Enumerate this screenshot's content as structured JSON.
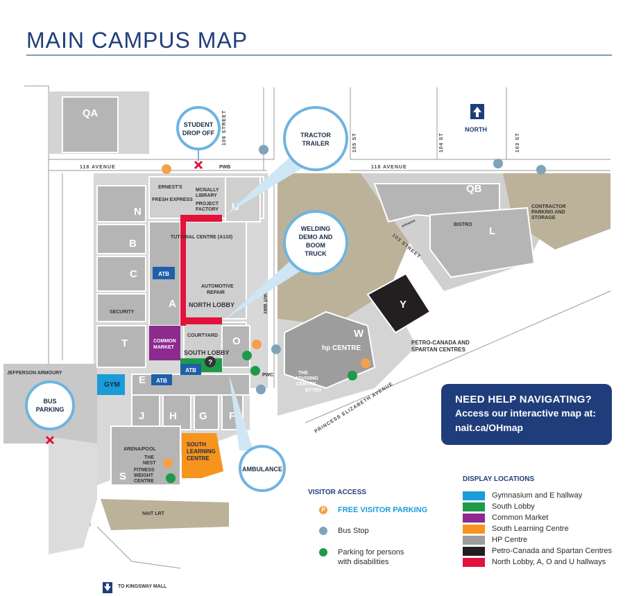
{
  "title": "MAIN CAMPUS MAP",
  "colors": {
    "navy": "#1f3d7a",
    "gym_blue": "#1a9cd8",
    "south_lobby_green": "#1e9a49",
    "common_market_purple": "#8c2a8f",
    "south_learning_orange": "#f7941d",
    "hp_grey": "#9d9d9d",
    "petro_black": "#231f20",
    "north_lobby_red": "#e2123a",
    "construction_tan": "#bcb29a",
    "parking_orange": "#f5a04a",
    "bus_stop_blue": "#7fa3b8",
    "accessible_green": "#1e9a49"
  },
  "buildings": {
    "qa": "QA",
    "qb": "QB",
    "n": "N",
    "b": "B",
    "c": "C",
    "a": "A",
    "t": "T",
    "u": "U",
    "o": "O",
    "e": "E",
    "j": "J",
    "h": "H",
    "g": "G",
    "f": "F",
    "s": "S",
    "l": "L",
    "w": "W",
    "y": "Y"
  },
  "labels": {
    "ernests": "ERNEST'S",
    "fresh_express": "FRESH EXPRESS",
    "mcnally": "MCNALLY",
    "library": "LIBRARY",
    "project": "PROJECT",
    "factory": "FACTORY",
    "tutorial_centre": "TUTORIAL CENTRE (A133)",
    "automotive": "AUTOMOTIVE",
    "repair": "REPAIR",
    "north_lobby": "NORTH LOBBY",
    "courtyard": "COURTYARD",
    "south_lobby": "SOUTH LOBBY",
    "common": "COMMON",
    "market": "MARKET",
    "security": "SECURITY",
    "gym": "GYM",
    "atb": "ATB",
    "arena_pool": "ARENA/POOL",
    "the": "THE",
    "nest": "NEST",
    "fitness": "FITNESS",
    "weight": "WEIGHT",
    "centre": "CENTRE",
    "south_learning_1": "SOUTH",
    "south_learning_2": "LEARNING",
    "south_learning_3": "CENTRE",
    "nait_lrt": "NAIT LRT",
    "jefferson_armoury": "JEFFERSON ARMOURY",
    "hp_centre": "hp CENTRE",
    "the_advising_1": "THE",
    "the_advising_2": "ADVISING",
    "the_advising_3": "CENTRE",
    "bytes": "BYTES",
    "petro_canada_1": "PETRO-CANADA AND",
    "petro_canada_2": "SPARTAN CENTRES",
    "bistro": "BISTRO",
    "contractor_1": "CONTRACTOR",
    "contractor_2": "PARKING AND",
    "contractor_3": "STORAGE",
    "north": "NORTH",
    "pwb": "PWB",
    "pwc": "PWC",
    "nait_way": "NAIT WAY",
    "entrance": "entrance",
    "kingsway": "TO KINGSWAY MALL"
  },
  "streets": {
    "ave118_west": "118 AVENUE",
    "ave118_east": "118 AVENUE",
    "st106": "106 STREET",
    "st105": "105 ST",
    "st104": "104 ST",
    "st103_top": "103 ST",
    "st103": "103 STREET",
    "princess": "PRINCESS ELIZABETH AVENUE"
  },
  "callouts": {
    "student_drop_off_1": "STUDENT",
    "student_drop_off_2": "DROP OFF",
    "tractor_trailer_1": "TRACTOR",
    "tractor_trailer_2": "TRAILER",
    "welding_1": "WELDING",
    "welding_2": "DEMO AND",
    "welding_3": "BOOM",
    "welding_4": "TRUCK",
    "bus_parking_1": "BUS",
    "bus_parking_2": "PARKING",
    "ambulance": "AMBULANCE"
  },
  "help": {
    "line1": "NEED HELP NAVIGATING?",
    "line2": "Access our interactive map at:",
    "line3": "nait.ca/OHmap"
  },
  "visitor_access": {
    "title": "VISITOR ACCESS",
    "parking_icon": "P",
    "items": [
      {
        "icon": "parking-icon",
        "label": "FREE VISITOR PARKING"
      },
      {
        "icon": "bus-stop-icon",
        "label": "Bus Stop"
      },
      {
        "icon": "accessible-parking-icon",
        "label": "Parking for persons"
      },
      {
        "icon": "",
        "label": "with disabilities"
      }
    ]
  },
  "display_locations": {
    "title": "DISPLAY LOCATIONS",
    "items": [
      {
        "label": "Gymnasium and E hallway",
        "color": "#1a9cd8"
      },
      {
        "label": "South Lobby",
        "color": "#1e9a49"
      },
      {
        "label": "Common Market",
        "color": "#8c2a8f"
      },
      {
        "label": "South Learning Centre",
        "color": "#f7941d"
      },
      {
        "label": "HP Centre",
        "color": "#9d9d9d"
      },
      {
        "label": "Petro-Canada and Spartan Centres",
        "color": "#231f20"
      },
      {
        "label": "North Lobby, A, O and U hallways",
        "color": "#e2123a"
      }
    ]
  }
}
